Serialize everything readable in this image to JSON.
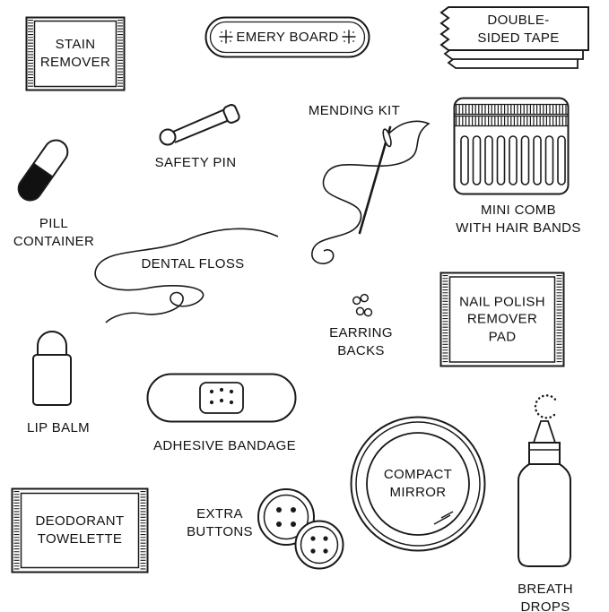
{
  "illustration_title": "purse-essentials-items",
  "colors": {
    "ink": "#1a1a1a",
    "background": "#ffffff",
    "pill_fill": "#111111"
  },
  "items": {
    "stain_remover": {
      "label": "STAIN\nREMOVER"
    },
    "emery_board": {
      "label": "EMERY BOARD"
    },
    "double_sided_tape": {
      "label": "DOUBLE-\nSIDED TAPE"
    },
    "safety_pin": {
      "label": "SAFETY PIN"
    },
    "mending_kit": {
      "label": "MENDING KIT"
    },
    "mini_comb": {
      "label": "MINI COMB\nWITH HAIR BANDS"
    },
    "pill_container": {
      "label": "PILL\nCONTAINER"
    },
    "dental_floss": {
      "label": "DENTAL FLOSS"
    },
    "earring_backs": {
      "label": "EARRING\nBACKS"
    },
    "nail_polish_pad": {
      "label": "NAIL POLISH\nREMOVER\nPAD"
    },
    "lip_balm": {
      "label": "LIP BALM"
    },
    "adhesive_bandage": {
      "label": "ADHESIVE BANDAGE"
    },
    "compact_mirror": {
      "label": "COMPACT\nMIRROR"
    },
    "deodorant_towelette": {
      "label": "DEODORANT\nTOWELETTE"
    },
    "extra_buttons": {
      "label": "EXTRA\nBUTTONS"
    },
    "breath_drops": {
      "label": "BREATH\nDROPS"
    }
  }
}
